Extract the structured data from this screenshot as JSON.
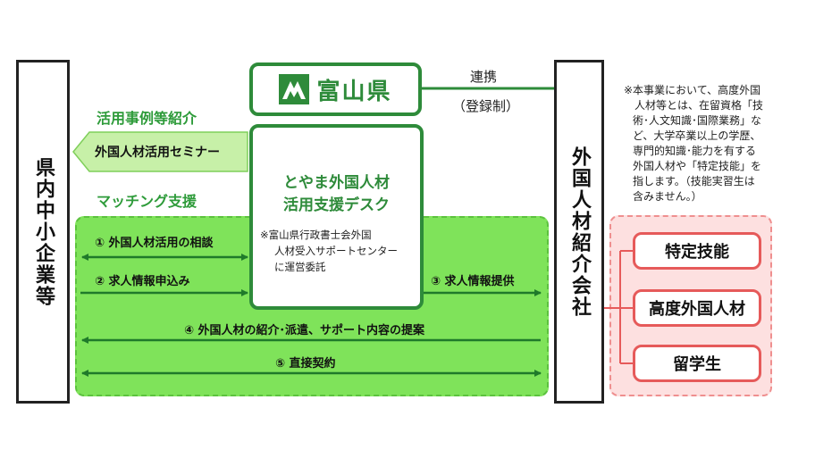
{
  "left_entity": {
    "label": "県内中小企業等"
  },
  "right_entity": {
    "label": "外国人材紹介会社"
  },
  "toyama": {
    "name": "富山県",
    "logo_icon": "toyama-mountain-logo",
    "link_label": "連携",
    "link_sub": "（登録制）"
  },
  "desk": {
    "title_line1": "とやま外国人材",
    "title_line2": "活用支援デスク",
    "note_line1": "※富山県行政書士会外国",
    "note_line2": "人材受入サポートセンター",
    "note_line3": "に運営委託"
  },
  "case_intro": {
    "heading": "活用事例等紹介",
    "seminar": "外国人材活用セミナー"
  },
  "matching": {
    "heading": "マッチング支援",
    "flows": [
      "① 外国人材活用の相談",
      "② 求人情報申込み",
      "③ 求人情報提供",
      "④ 外国人材の紹介･派遣、サポート内容の提案",
      "⑤ 直接契約"
    ]
  },
  "definition_note": [
    "※本事業において、高度外国",
    "　人材等とは、在留資格「技",
    "術･人文知識･国際業務」な",
    "ど、大学卒業以上の学歴、",
    "専門的知識･能力を有する",
    "外国人材や「特定技能」を",
    "指します。（技能実習生は",
    "含みません。）"
  ],
  "categories": [
    "特定技能",
    "高度外国人材",
    "留学生"
  ],
  "colors": {
    "green_dark": "#2e8b3a",
    "green_zone": "#7fe35a",
    "pink_zone": "#fde0e0",
    "red_border": "#e65a5a"
  }
}
